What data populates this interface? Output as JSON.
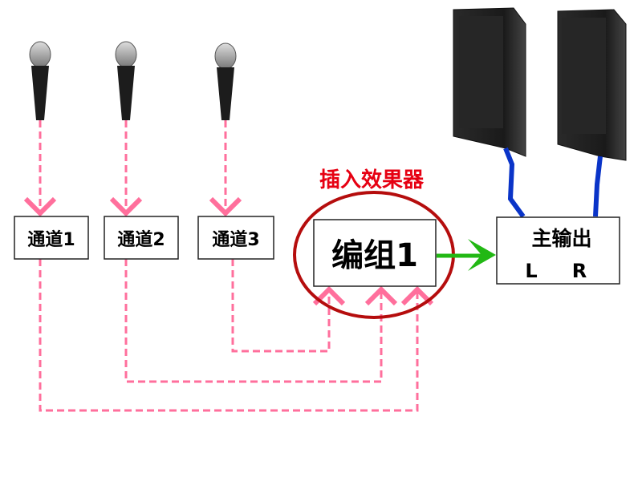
{
  "channels": [
    {
      "label": "通道1"
    },
    {
      "label": "通道2"
    },
    {
      "label": "通道3"
    }
  ],
  "group": {
    "label": "编组1"
  },
  "insert_effects": {
    "label": "插入效果器"
  },
  "main_output": {
    "label": "主输出",
    "left": "L",
    "right": "R"
  },
  "colors": {
    "signal_line": "#ff6f9c",
    "insert_circle": "#b50d0d",
    "insert_label": "#e60012",
    "output_arrow": "#22b814",
    "speaker_cable": "#0a34c8"
  }
}
